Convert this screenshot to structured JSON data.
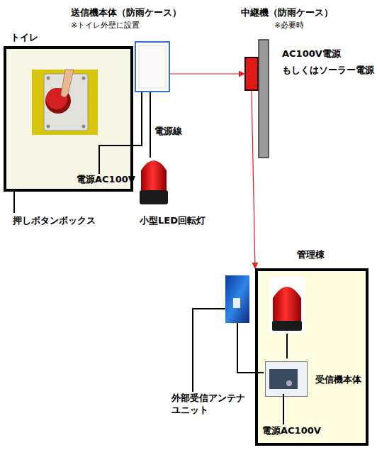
{
  "diagram": {
    "nodes": [
      {
        "text": [
          "トイレ"
        ]
      },
      {
        "text": [
          "送信機本体（防雨ケース）",
          "※トイレ外壁に設置"
        ]
      },
      {
        "text": [
          "中継機（防雨ケース）",
          "※必要時"
        ]
      },
      {
        "text": [
          "管理棟"
        ]
      },
      {
        "text": [
          "受信機本体"
        ],
        "in": 3
      }
    ],
    "edges": [
      {
        "from": 1,
        "to": 2,
        "arrow": "to"
      },
      {
        "from": 2,
        "to": 3,
        "arrow": "to"
      }
    ],
    "labels": [
      "電源AC100V",
      "押しボタンボックス",
      "電源線",
      "小型LED回転灯",
      "AC100V電源",
      "もしくはソーラー電源",
      "外部受信アンテナ ユニット",
      "電源AC100V"
    ]
  }
}
